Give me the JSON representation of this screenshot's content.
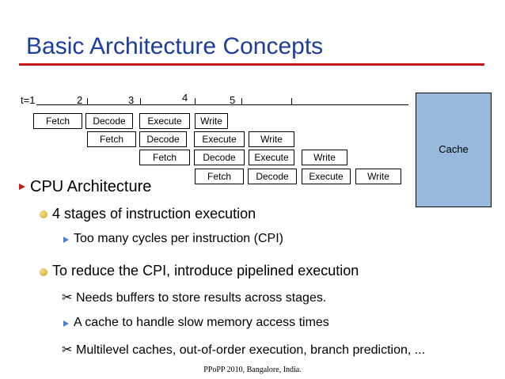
{
  "slide": {
    "title": "Basic Architecture Concepts",
    "accent_color": "#c41a1a",
    "title_color": "#1b3d9c"
  },
  "timeline": {
    "labels": [
      "t=1",
      "2",
      "3",
      "4",
      "5"
    ]
  },
  "pipeline": {
    "row1": [
      "Fetch",
      "Decode",
      "Execute",
      "Write"
    ],
    "row2": [
      "Fetch",
      "Decode",
      "Execute",
      "Write"
    ],
    "row3": [
      "Fetch",
      "Decode",
      "Execute",
      "Write"
    ],
    "row4": [
      "Fetch",
      "Decode",
      "Execute",
      "Write"
    ]
  },
  "cache": {
    "label": "Cache",
    "color": "#96b9dc"
  },
  "bullets": {
    "b1": "CPU Architecture",
    "b1_1": "4 stages of instruction execution",
    "b1_1_1": "Too many cycles per instruction (CPI)",
    "b1_2": "To reduce the CPI, introduce  pipelined execution",
    "b1_2_1": "Needs buffers to store results across stages.",
    "b1_2_2": "A cache to handle slow memory access times",
    "b1_2_3": "Multilevel caches, out-of-order execution, branch prediction, ..."
  },
  "footer": "PPoPP 2010, Bangalore, India."
}
